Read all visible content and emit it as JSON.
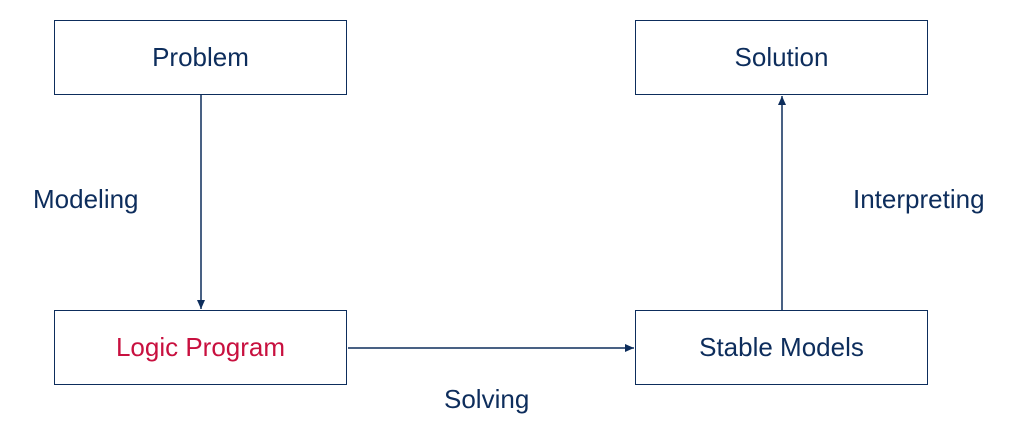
{
  "nodes": {
    "problem": "Problem",
    "solution": "Solution",
    "logic_program": "Logic Program",
    "stable_models": "Stable Models"
  },
  "edges": {
    "modeling": "Modeling",
    "solving": "Solving",
    "interpreting": "Interpreting"
  },
  "colors": {
    "stroke": "#0d2d5c",
    "text": "#0d2d5c",
    "highlight": "#c8103f"
  }
}
